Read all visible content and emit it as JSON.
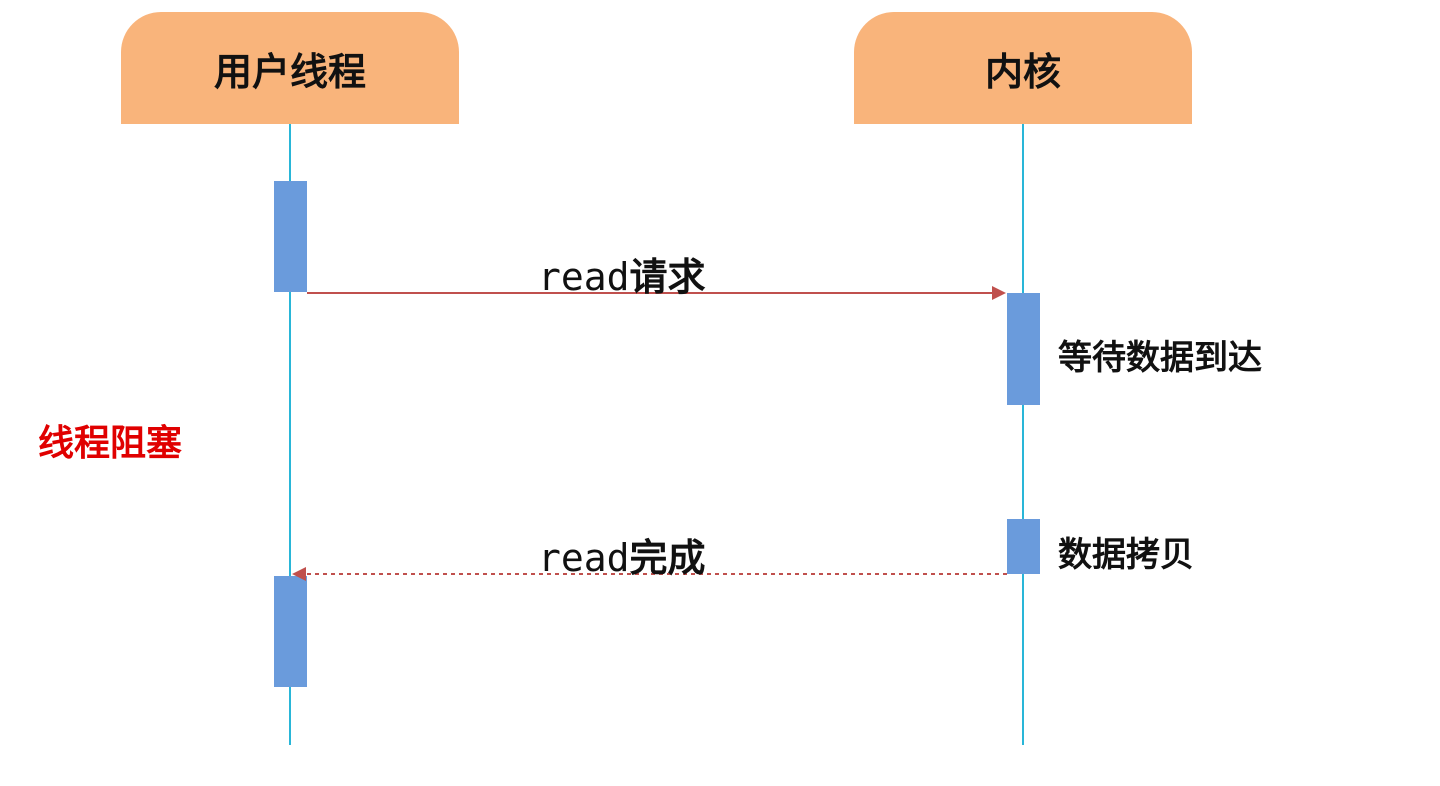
{
  "participants": {
    "user_thread": "用户线程",
    "kernel": "内核"
  },
  "messages": {
    "read_request": {
      "code": "read",
      "text": "请求"
    },
    "read_complete": {
      "code": "read",
      "text": "完成"
    }
  },
  "notes": {
    "wait_data": "等待数据到达",
    "copy_data": "数据拷贝",
    "thread_blocked": "线程阻塞"
  },
  "colors": {
    "actor_fill": "#f9b47b",
    "lifeline": "#29b6d8",
    "activation": "#6a9bdc",
    "arrow": "#c0504d",
    "blocked_text": "#e00000"
  }
}
